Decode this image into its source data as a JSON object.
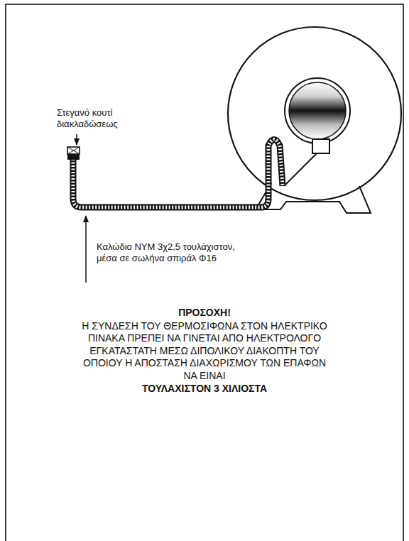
{
  "diagram": {
    "labels": [
      "Στεγανό κουτί διακλαδώσεως",
      "Καλώδιο NYM 3χ2,5 τουλάχιστον, μέσα σε σωλήνα σπιράλ Φ16",
      "ΠΡΟΣΟΧΗ!",
      "Η ΣΥΝΔΕΣΗ ΤΟΥ ΘΕΡΜΟΣΙΦΩΝΑ ΣΤΟΝ ΗΛΕΚΤΡΙΚΟ ΠΙΝΑΚΑ ΠΡΕΠΕΙ ΝΑ ΓΙΝΕΤΑΙ ΑΠΟ ΗΛΕΚΤΡΟΛΟΓΟ ΕΓΚΑΤΑΣΤΑΤΗ ΜΕΣΩ ΔΙΠΟΛΙΚΟΥ ΔΙΑΚΟΠΤΗ ΤΟΥ ΟΠΟΙΟΥ Η ΑΠΟΣΤΑΣΗ ΔΙΑΧΩΡΙΣΜΟΥ ΤΩΝ ΕΠΑΦΩΝ ΝΑ ΕΙΝΑΙ",
      "ΤΟΥΛΑΧΙΣΤΟΝ 3 ΧΙΛΙΟΣΤΑ"
    ]
  }
}
